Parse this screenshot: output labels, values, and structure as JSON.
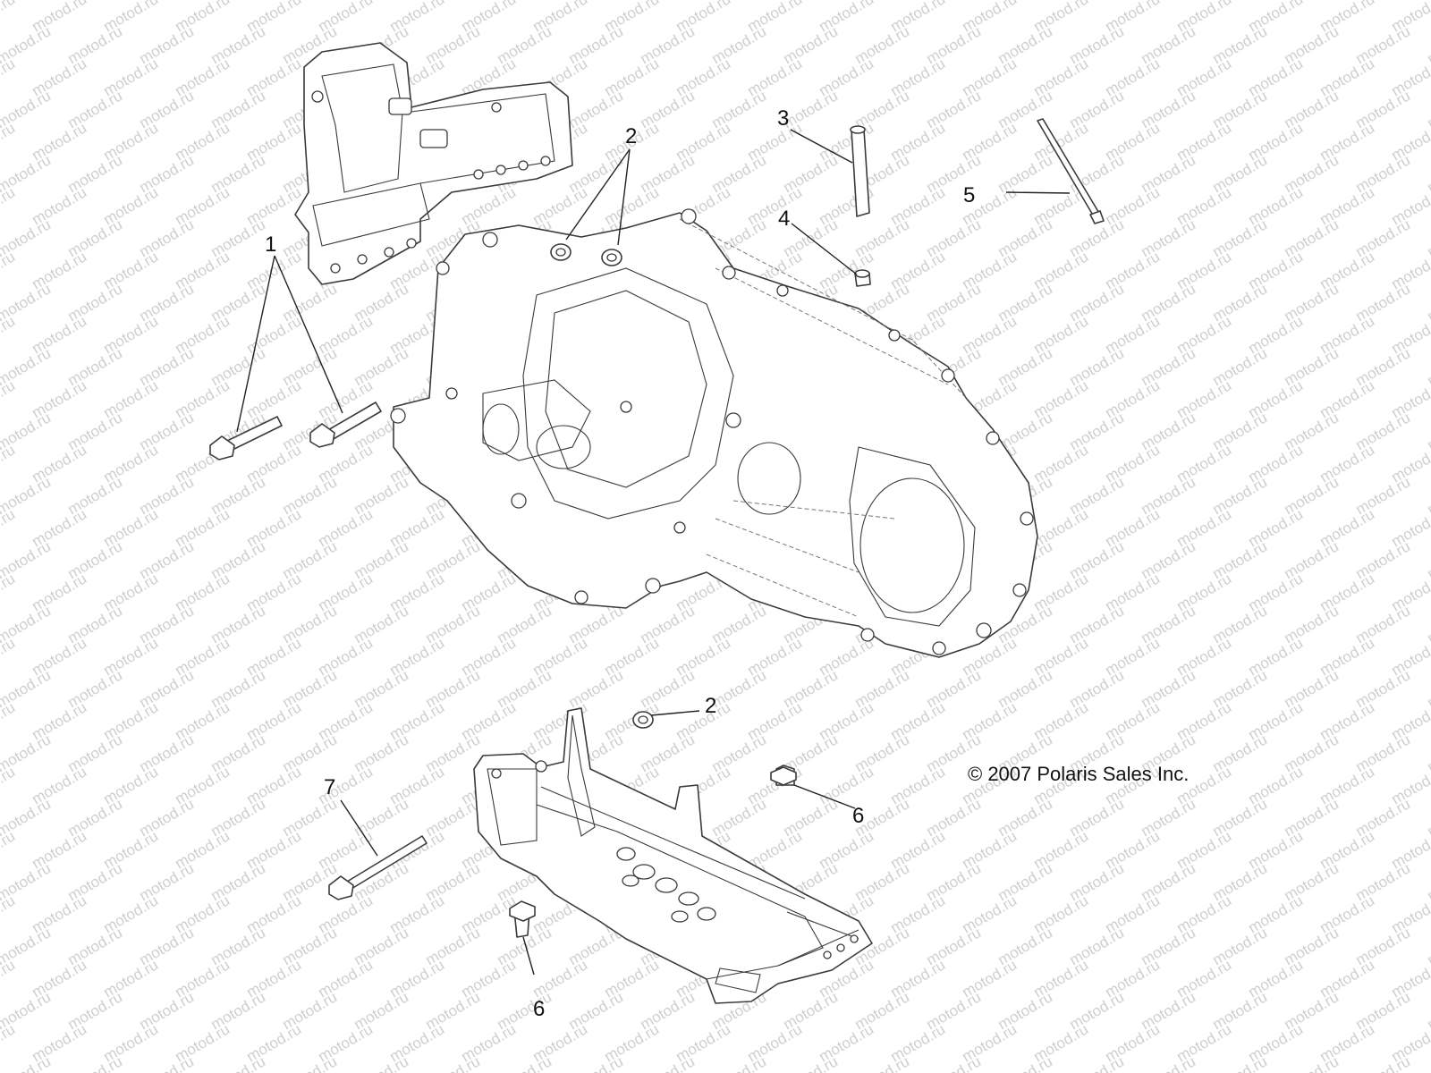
{
  "watermark": {
    "text": "motod.ru"
  },
  "copyright": "© 2007 Polaris Sales Inc.",
  "callouts": {
    "c1": "1",
    "c2a": "2",
    "c2b": "2",
    "c3": "3",
    "c4": "4",
    "c5": "5",
    "c6a": "6",
    "c6b": "6",
    "c7": "7"
  },
  "colors": {
    "line": "#3a3a3a",
    "watermark": "#cfcfcf",
    "background": "#ffffff"
  }
}
